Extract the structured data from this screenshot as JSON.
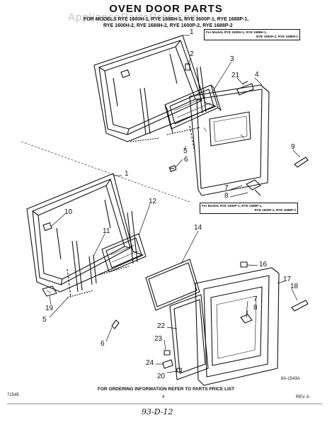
{
  "header": {
    "title": "OVEN DOOR PARTS",
    "models_line1": "FOR MODELS RYE 1600H-1, RYE 1688H-1, RYE 1600P-1, RYE 1688P-1,",
    "models_line2": "RYE 1600H-2, RYE 1688H-2, RYE 1600P-2, RYE 1688P-2",
    "watermark": "AppliancePartsPros.com"
  },
  "callout_upper": {
    "line1": "For Models RYE 1600H-1, RYE 1688H-1,",
    "line2": "RYE 1600H-2, RYE 1688H-2"
  },
  "callout_lower": {
    "line1": "For Models RYE 1600P-1, RYE 1688P-1,",
    "line2": "RYE 1600P-2, RYE 1688P-2"
  },
  "part_numbers": {
    "n1a": "1",
    "n2": "2",
    "n3": "3",
    "n21": "21",
    "n4": "4",
    "n5a": "5",
    "n6": "6",
    "n9": "9",
    "n7": "7",
    "n8": "8",
    "n1b": "1",
    "n10": "10",
    "n12": "12",
    "n11": "11",
    "n14": "14",
    "n16": "16",
    "n17": "17",
    "n18": "18",
    "n7b": "7",
    "n8b": "8",
    "n19": "19",
    "n5b": "5",
    "n6b": "6",
    "n22": "22",
    "n23": "23",
    "n24": "24",
    "n20": "20"
  },
  "footer": {
    "diagram_code": "8A-1543A",
    "left_code": "71545",
    "note": "FOR ORDERING INFORMATION REFER TO PARTS PRICE LIST",
    "page": "4",
    "rev": "REV. A",
    "handwritten": "93-D-12"
  }
}
